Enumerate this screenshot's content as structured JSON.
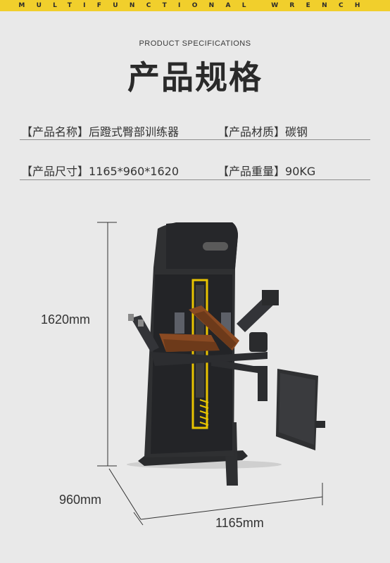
{
  "header": {
    "banner_text": "MULTIFUNCTIONAL WRENCH",
    "subtitle": "PRODUCT SPECIFICATIONS",
    "title": "产品规格"
  },
  "specs": {
    "name_label": "【产品名称】",
    "name_value": "后蹬式臀部训练器",
    "material_label": "【产品材质】",
    "material_value": "碳钢",
    "size_label": "【产品尺寸】",
    "size_value": "1165*960*1620",
    "weight_label": "【产品重量】",
    "weight_value": "90KG"
  },
  "dimensions": {
    "height": "1620mm",
    "depth": "960mm",
    "width": "1165mm"
  },
  "colors": {
    "accent": "#f1cf2c",
    "frame": "#2a2b2d",
    "pad": "#8a4a22"
  }
}
